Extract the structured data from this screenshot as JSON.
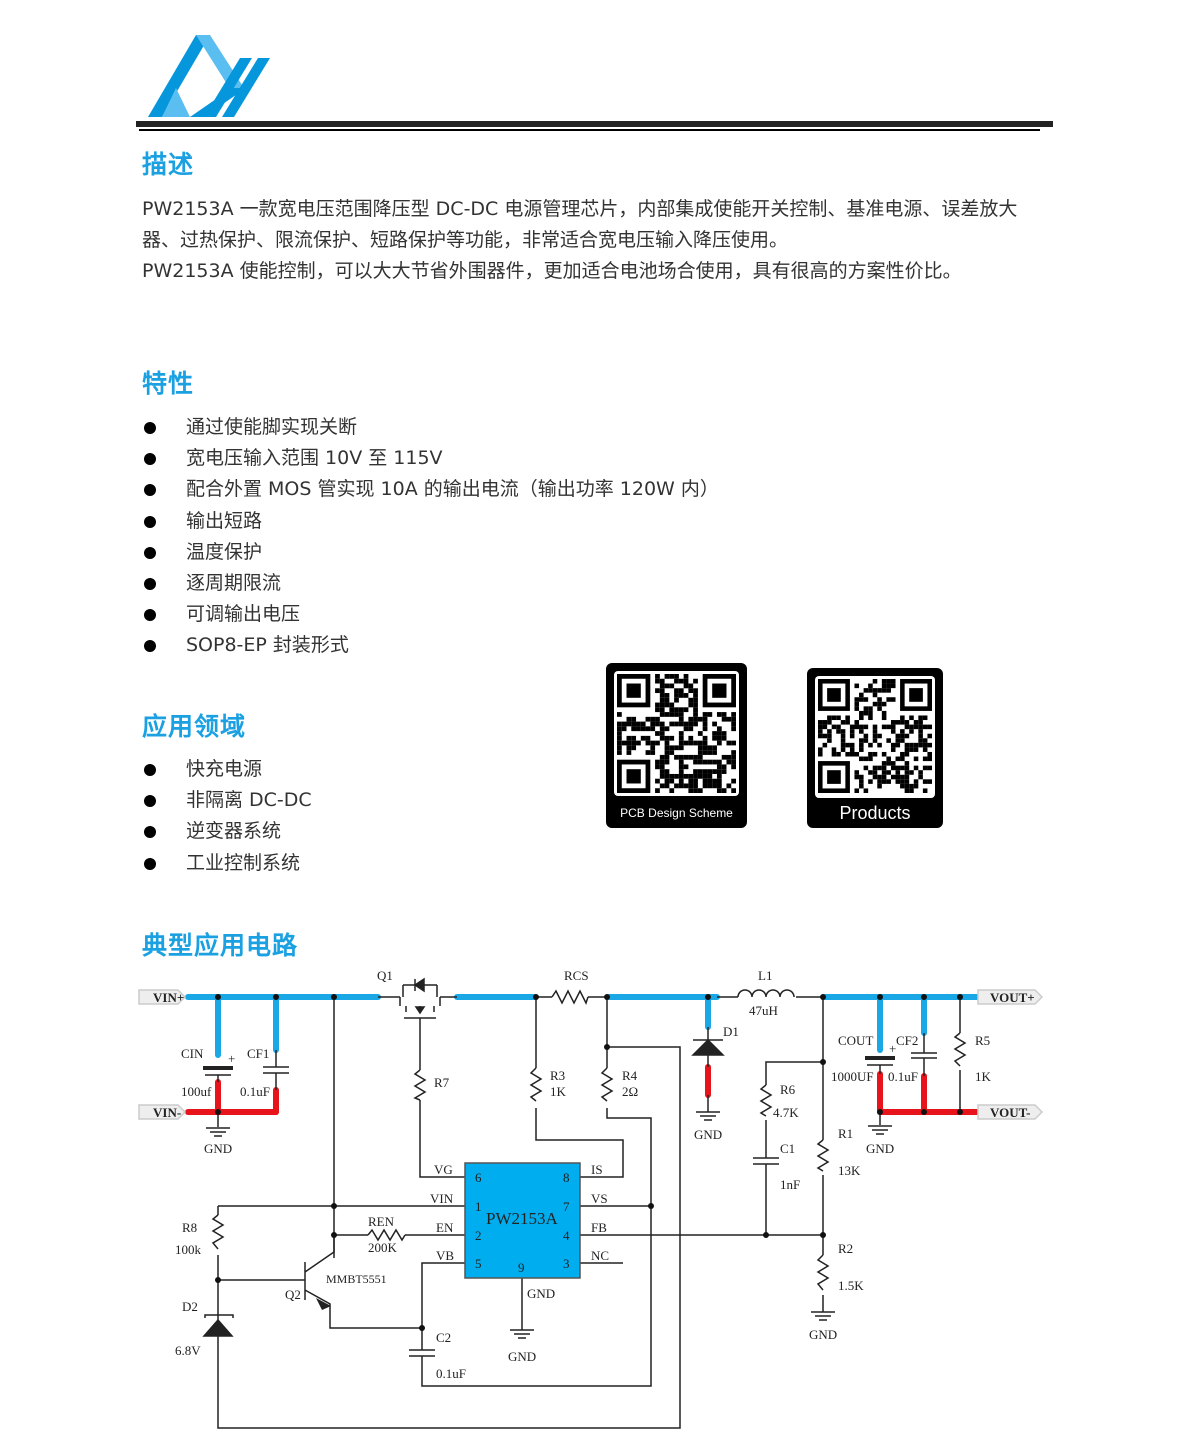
{
  "logo": {
    "alt": "PW logo",
    "colors": {
      "primary": "#0596dc",
      "light": "#5bbef0"
    }
  },
  "sections": {
    "description": {
      "title": "描述",
      "paragraphs": [
        "PW2153A 一款宽电压范围降压型 DC-DC 电源管理芯片，内部集成使能开关控制、基准电源、误差放大器、过热保护、限流保护、短路保护等功能，非常适合宽电压输入降压使用。",
        "PW2153A  使能控制，可以大大节省外围器件，更加适合电池场合使用，具有很高的方案性价比。"
      ]
    },
    "features": {
      "title": "特性",
      "items": [
        "通过使能脚实现关断",
        "宽电压输入范围 10V 至 115V",
        "配合外置 MOS 管实现 10A 的输出电流（输出功率 120W 内）",
        "输出短路",
        "温度保护",
        "逐周期限流",
        "可调输出电压",
        "SOP8-EP 封装形式"
      ]
    },
    "applications": {
      "title": "应用领域",
      "items": [
        "快充电源",
        "非隔离  DC-DC",
        "逆变器系统",
        "工业控制系统"
      ]
    },
    "circuit": {
      "title": "典型应用电路"
    }
  },
  "qr_codes": [
    {
      "caption": "PCB Design Scheme"
    },
    {
      "caption": "Products"
    }
  ],
  "schematic": {
    "ic": {
      "name": "PW2153A",
      "pins": {
        "vg": "VG",
        "vin": "VIN",
        "en": "EN",
        "vb": "VB",
        "is": "IS",
        "vs": "VS",
        "fb": "FB",
        "nc": "NC",
        "gnd": "GND"
      },
      "nums": {
        "vg": "6",
        "vin": "1",
        "en": "2",
        "vb": "5",
        "is": "8",
        "vs": "7",
        "fb": "4",
        "nc": "3",
        "gnd": "9"
      }
    },
    "ports": {
      "vin_p": "VIN+",
      "vin_n": "VIN-",
      "vout_p": "VOUT+",
      "vout_n": "VOUT-"
    },
    "parts": {
      "q1": "Q1",
      "rcs": "RCS",
      "l1": "L1",
      "l1_val": "47uH",
      "d1": "D1",
      "cin": "CIN",
      "cin_val": "100uf",
      "cf1": "CF1",
      "cf1_val": "0.1uF",
      "r7": "R7",
      "r3": "R3",
      "r3_val": "1K",
      "r4": "R4",
      "r4_val": "2Ω",
      "r6": "R6",
      "r6_val": "4.7K",
      "c1": "C1",
      "c1_val": "1nF",
      "cout": "COUT",
      "cout_val": "1000UF",
      "cf2": "CF2",
      "cf2_val": "0.1uF",
      "r5": "R5",
      "r5_val": "1K",
      "r1": "R1",
      "r1_val": "13K",
      "r2": "R2",
      "r2_val": "1.5K",
      "r8": "R8",
      "r8_val": "100k",
      "ren": "REN",
      "ren_val": "200K",
      "q2": "Q2",
      "q2_val": "MMBT5551",
      "d2": "D2",
      "d2_val": "6.8V",
      "c2": "C2",
      "c2_val": "0.1uF",
      "plus": "+"
    },
    "gnd": "GND",
    "colors": {
      "positive": "#1aa7e6",
      "negative": "#e8141b",
      "ic": "#00aeef"
    }
  }
}
